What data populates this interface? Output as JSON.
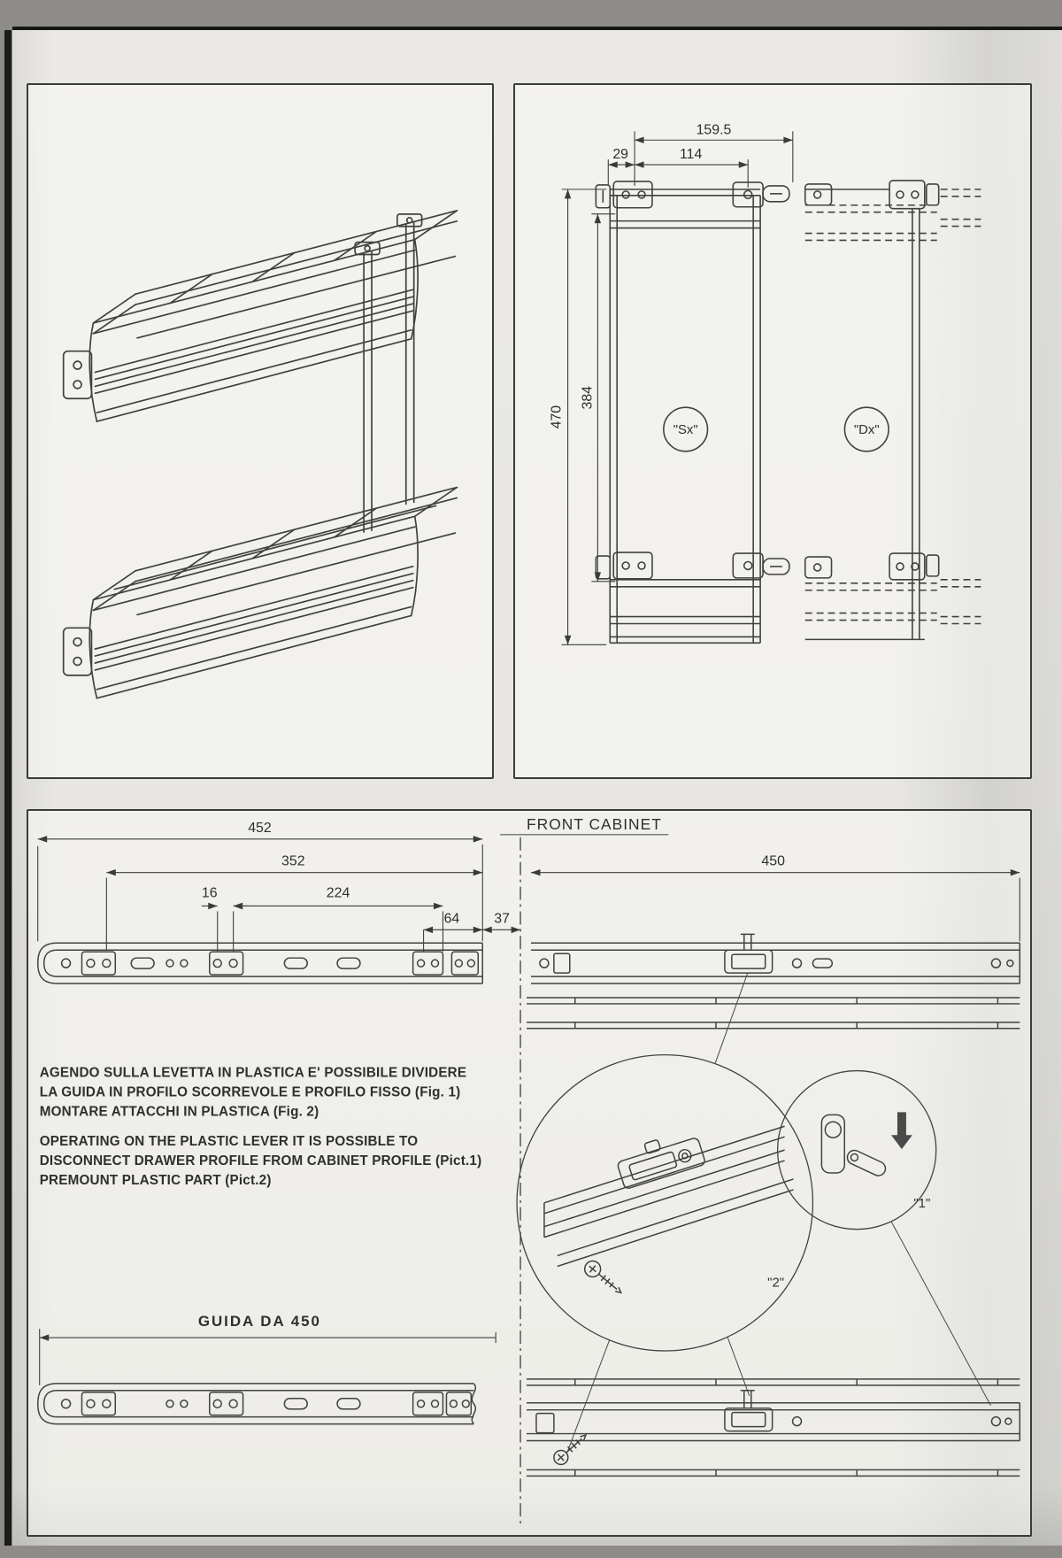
{
  "front_view": {
    "dim_width_total": "159.5",
    "dim_offset": "29",
    "dim_hole_spacing": "114",
    "dim_height_total": "470",
    "dim_height_holes": "384",
    "label_left": "\"Sx\"",
    "label_right": "\"Dx\""
  },
  "rail_section": {
    "dim_452": "452",
    "dim_352": "352",
    "dim_16": "16",
    "dim_224": "224",
    "dim_64": "64",
    "dim_37": "37",
    "front_cabinet_label": "FRONT CABINET",
    "dim_450": "450",
    "note_it": [
      "AGENDO SULLA LEVETTA IN PLASTICA E' POSSIBILE DIVIDERE",
      "LA GUIDA IN PROFILO SCORREVOLE E PROFILO FISSO (Fig. 1)",
      "MONTARE ATTACCHI IN PLASTICA (Fig. 2)"
    ],
    "note_en": [
      "OPERATING ON THE PLASTIC LEVER IT IS POSSIBLE TO",
      "DISCONNECT DRAWER PROFILE FROM CABINET PROFILE (Pict.1)",
      "PREMOUNT PLASTIC PART (Pict.2)"
    ],
    "guida_label": "GUIDA DA 450",
    "detail_1_label": "\"1\"",
    "detail_2_label": "\"2\""
  }
}
